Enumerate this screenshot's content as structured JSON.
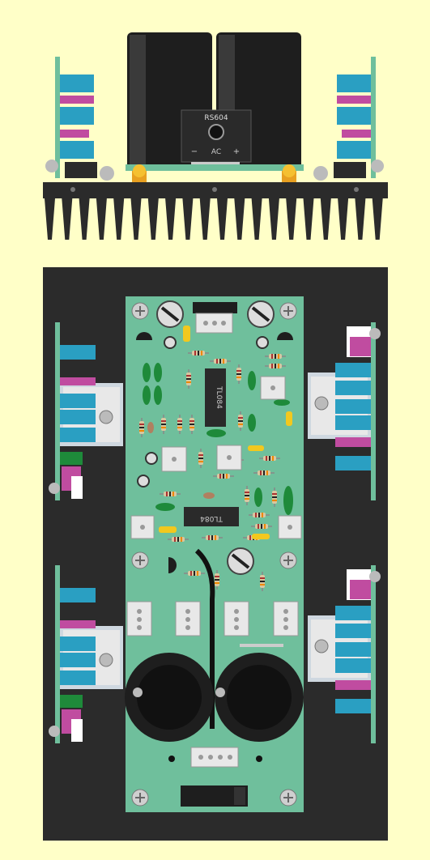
{
  "colors": {
    "background": "#ffffc8",
    "heatsink": "#2b2b2b",
    "pcb": "#6fbf9c",
    "capacitor": "#1e1e1e",
    "bridge": "#2a2a2a",
    "copper": "#e8a020",
    "transistor_blue": "#2a9fc2",
    "transistor_magenta": "#c04ca0",
    "resistor_body": "#d9c7a0",
    "film_cap_green": "#1e8a3a",
    "white_connector": "#e8e8e8"
  },
  "bridge": {
    "part": "RS604",
    "ac_label": "AC",
    "minus_label": "−",
    "plus_label": "+"
  },
  "chips": [
    {
      "name": "TL084"
    },
    {
      "name": "TL084"
    }
  ]
}
